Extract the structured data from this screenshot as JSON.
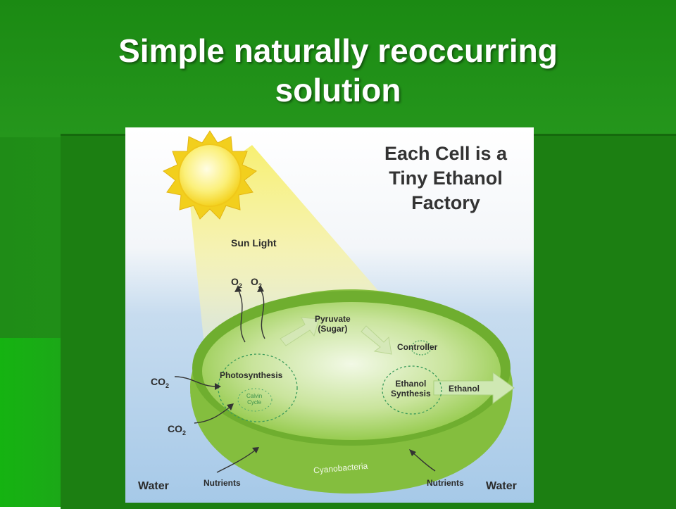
{
  "slide": {
    "title_line1": "Simple naturally reoccurring",
    "title_line2": "solution"
  },
  "diagram": {
    "heading_line1": "Each Cell is a",
    "heading_line2": "Tiny Ethanol",
    "heading_line3": "Factory",
    "sun_light": "Sun Light",
    "o2_left": "O",
    "o2_right": "O",
    "o2_sub": "2",
    "pyruvate": "Pyruvate",
    "sugar": "(Sugar)",
    "controller": "Controller",
    "photosynthesis": "Photosynthesis",
    "calvin_line1": "Calvin",
    "calvin_line2": "Cycle",
    "ethanol_synthesis_line1": "Ethanol",
    "ethanol_synthesis_line2": "Synthesis",
    "ethanol": "Ethanol",
    "co2_top": "CO",
    "co2_bottom": "CO",
    "co2_sub": "2",
    "cyanobacteria": "Cyanobacteria",
    "nutrients_left": "Nutrients",
    "nutrients_right": "Nutrients",
    "water_left": "Water",
    "water_right": "Water"
  },
  "colors": {
    "slide_green": "#239a1a",
    "sun": "#f6e83a",
    "cell_green": "#8cc63f",
    "water_blue": "#a9cbe9"
  }
}
